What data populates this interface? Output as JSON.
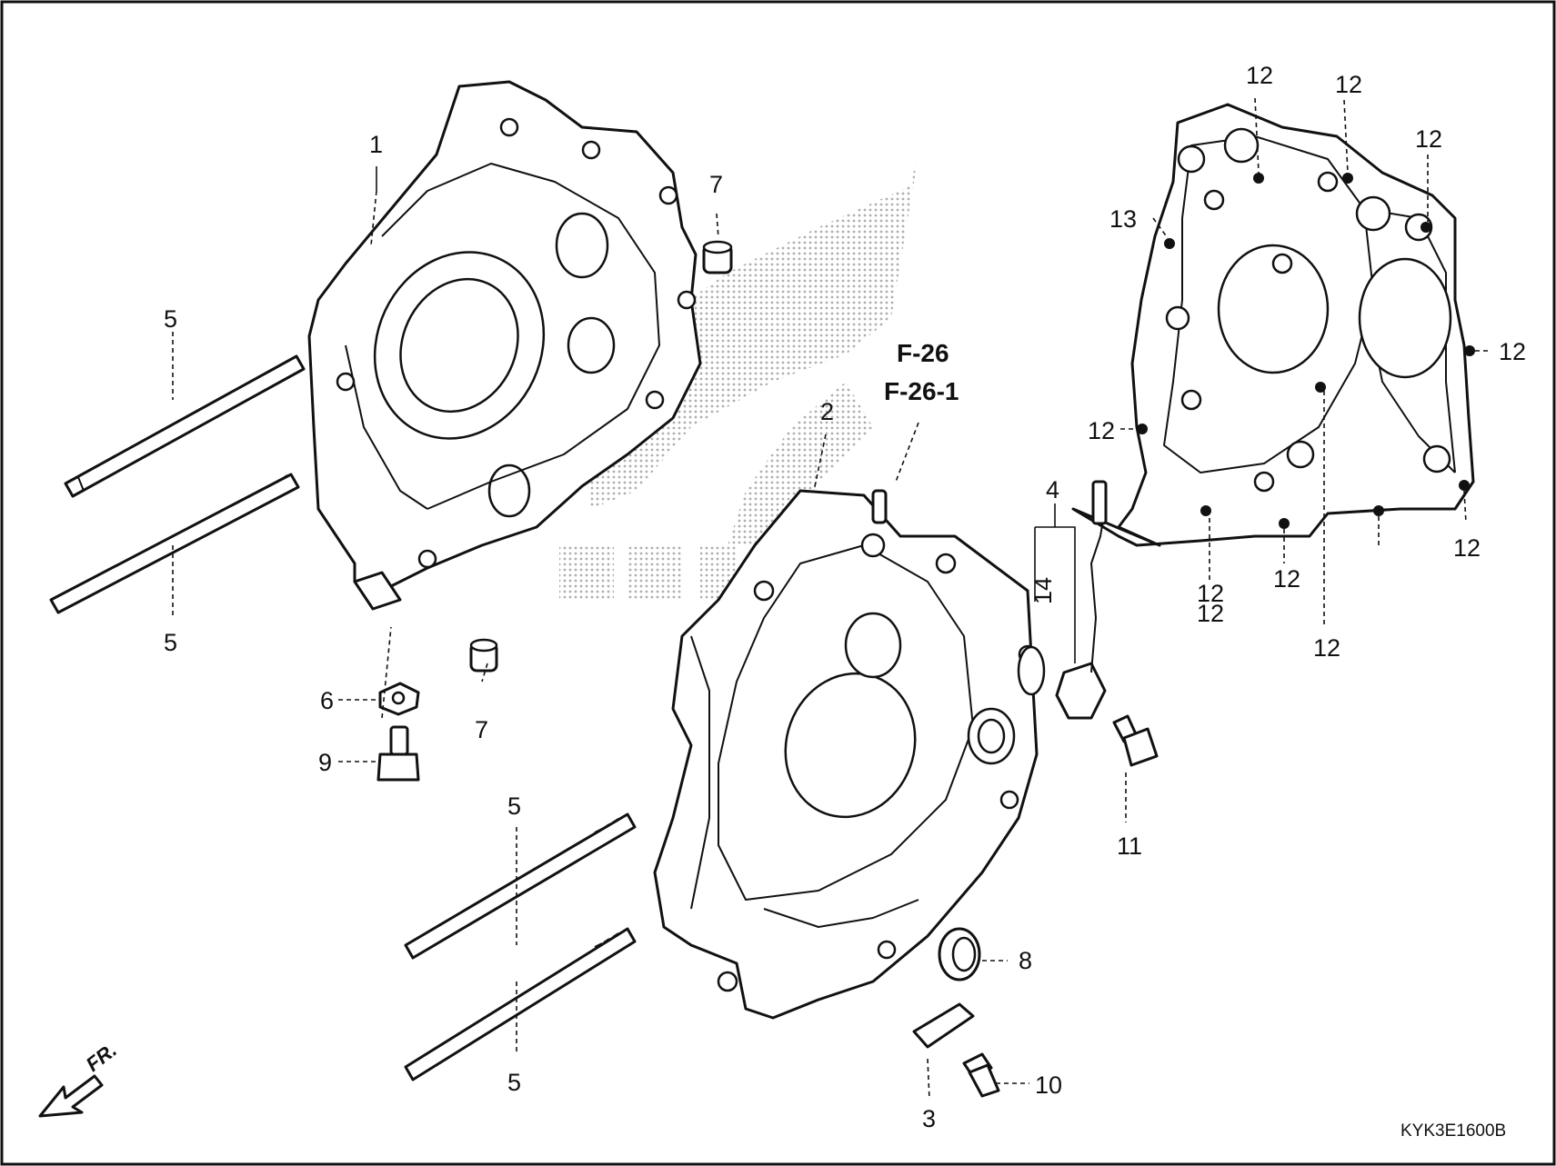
{
  "diagram_code": "KYK3E1600B",
  "reference_pages": [
    "F-26",
    "F-26-1"
  ],
  "direction_label": "FR.",
  "callouts": {
    "c1": "1",
    "c2": "2",
    "c3": "3",
    "c4": "4",
    "c5a": "5",
    "c5b": "5",
    "c5c": "5",
    "c5d": "5",
    "c6": "6",
    "c7a": "7",
    "c7b": "7",
    "c8": "8",
    "c9": "9",
    "c10": "10",
    "c11": "11",
    "c12a": "12",
    "c12b": "12",
    "c12c": "12",
    "c12d": "12",
    "c12e": "12",
    "c12f": "12",
    "c12g": "12",
    "c12h": "12",
    "c12i": "12",
    "c12j": "12",
    "c13": "13",
    "c14": "14"
  },
  "icons": {
    "watermark": "honda-wing-logo-icon",
    "direction": "front-arrow-icon"
  }
}
